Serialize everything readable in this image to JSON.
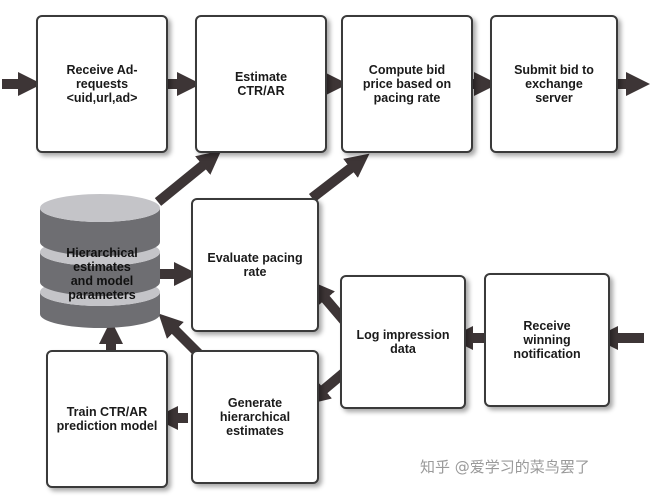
{
  "nodes": {
    "receive_ad_requests": "Receive Ad-\nrequests\n<uid,url,ad>",
    "estimate_ctr": "Estimate\nCTR/AR",
    "compute_bid": "Compute bid\nprice based on\npacing rate",
    "submit_bid": "Submit bid to\nexchange\nserver",
    "database": "Hierarchical\nestimates\nand model\nparameters",
    "evaluate_pacing": "Evaluate pacing\nrate",
    "log_impression": "Log impression\ndata",
    "receive_winning": "Receive\nwinning\nnotification",
    "train_ctr": "Train CTR/AR\nprediction model",
    "generate_hierarchical": "Generate\nhierarchical\nestimates"
  },
  "watermark": "知乎 @爱学习的菜鸟罢了",
  "colors": {
    "arrow": "#3d3536",
    "border": "#3a3a3a",
    "db_dark": "#6e6e72",
    "db_light": "#c4c4c8"
  }
}
